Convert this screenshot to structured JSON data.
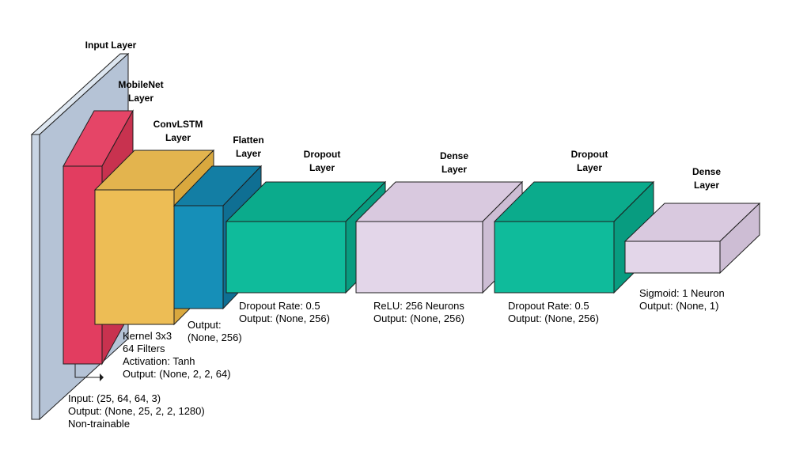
{
  "layers": [
    {
      "id": "input",
      "title": [
        "Input Layer"
      ],
      "details": [
        "Input: (25, 64, 64, 3)",
        "Output: (None, 25, 2, 2, 1280)",
        "Non-trainable"
      ],
      "colors": {
        "front": "#c8d4e3",
        "top": "#dde6f0",
        "side": "#b5c3d6"
      }
    },
    {
      "id": "mobilenet",
      "title": [
        "MobileNet",
        "Layer"
      ],
      "details": [],
      "colors": {
        "front": "#e23d60",
        "top": "#e54567",
        "side": "#c8324f"
      }
    },
    {
      "id": "convlstm",
      "title": [
        "ConvLSTM",
        "Layer"
      ],
      "details": [
        "Kernel 3x3",
        "64 Filters",
        "Activation: Tanh",
        "Output: (None, 2, 2, 64)"
      ],
      "colors": {
        "front": "#edbd55",
        "top": "#e3b44e",
        "side": "#d9a83e"
      }
    },
    {
      "id": "flatten",
      "title": [
        "Flatten",
        "Layer"
      ],
      "details": [
        "Output:",
        "(None, 256)"
      ],
      "colors": {
        "front": "#168fb8",
        "top": "#137ea4",
        "side": "#0f6f93"
      }
    },
    {
      "id": "dropout1",
      "title": [
        "Dropout",
        "Layer"
      ],
      "details": [
        "Dropout Rate: 0.5",
        "Output: (None, 256)"
      ],
      "colors": {
        "front": "#0fbb9b",
        "top": "#0bab8c",
        "side": "#089c80"
      }
    },
    {
      "id": "dense1",
      "title": [
        "Dense",
        "Layer"
      ],
      "details": [
        "ReLU: 256 Neurons",
        "Output: (None, 256)"
      ],
      "colors": {
        "front": "#e3d6e9",
        "top": "#d9c9df",
        "side": "#cdbdd4"
      }
    },
    {
      "id": "dropout2",
      "title": [
        "Dropout",
        "Layer"
      ],
      "details": [
        "Dropout Rate: 0.5",
        "Output: (None, 256)"
      ],
      "colors": {
        "front": "#0fbb9b",
        "top": "#0bab8c",
        "side": "#089c80"
      }
    },
    {
      "id": "dense2",
      "title": [
        "Dense",
        "Layer"
      ],
      "details": [
        "Sigmoid: 1 Neuron",
        "Output: (None, 1)"
      ],
      "colors": {
        "front": "#e3d6e9",
        "top": "#d9c9df",
        "side": "#cdbdd4"
      }
    }
  ]
}
